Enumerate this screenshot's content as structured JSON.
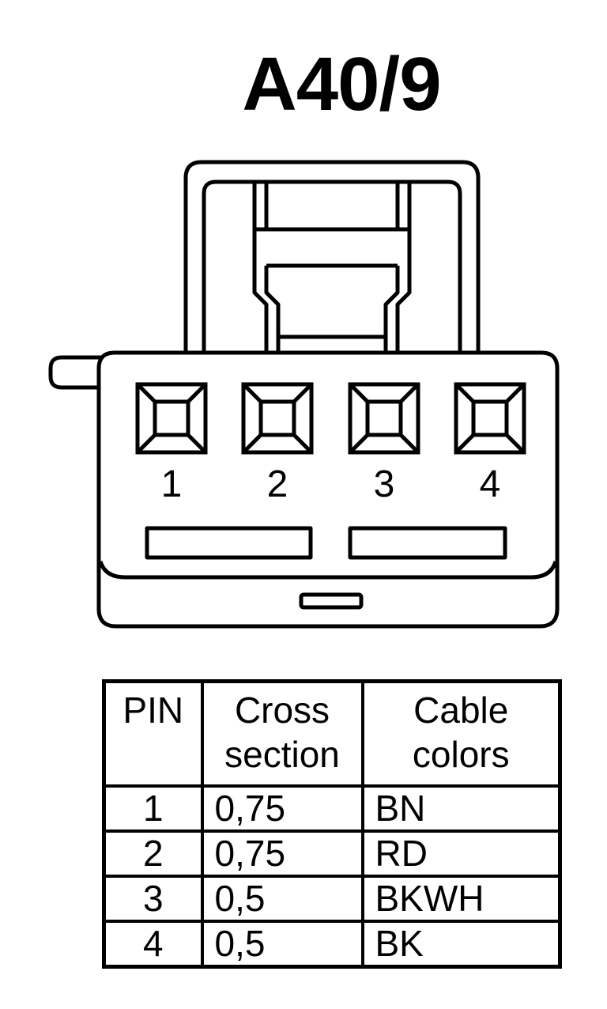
{
  "title": "A40/9",
  "pins": [
    {
      "label": "1"
    },
    {
      "label": "2"
    },
    {
      "label": "3"
    },
    {
      "label": "4"
    }
  ],
  "table": {
    "headers": {
      "pin": "PIN",
      "cross_line1": "Cross",
      "cross_line2": "section",
      "cable_line1": "Cable",
      "cable_line2": "colors"
    },
    "rows": [
      {
        "pin": "1",
        "cross_section": "0,75",
        "color": "BN"
      },
      {
        "pin": "2",
        "cross_section": "0,75",
        "color": "RD"
      },
      {
        "pin": "3",
        "cross_section": "0,5",
        "color": "BKWH"
      },
      {
        "pin": "4",
        "cross_section": "0,5",
        "color": "BK"
      }
    ]
  }
}
